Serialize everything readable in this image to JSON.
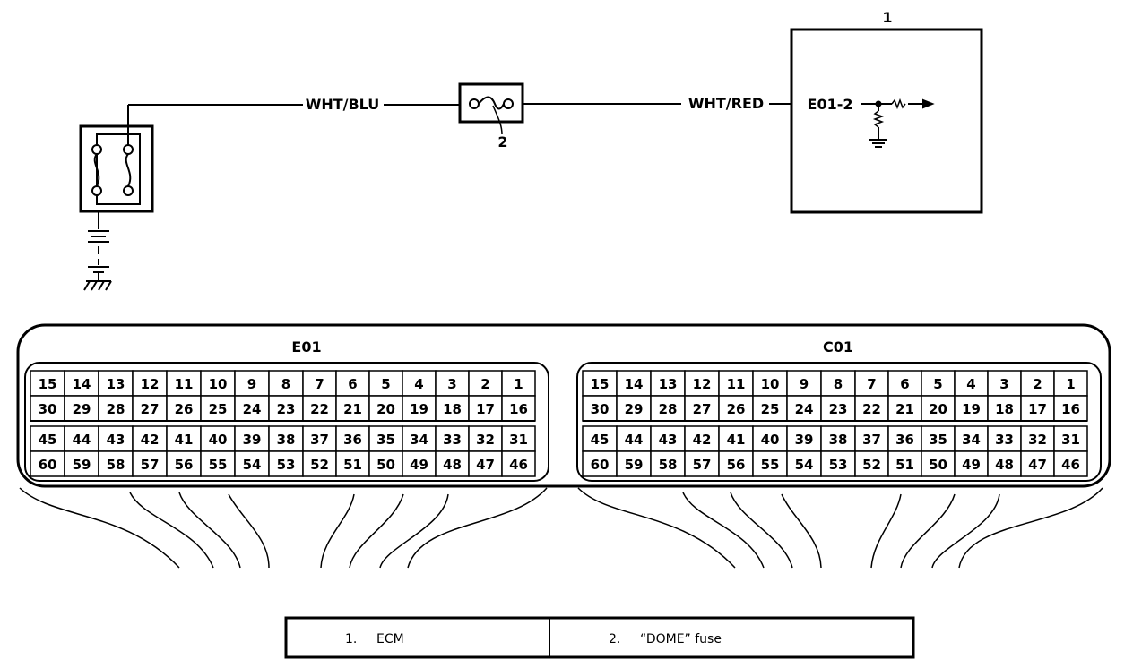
{
  "component_labels": {
    "ecm_ref": "1",
    "fuse_ref": "2"
  },
  "wires": {
    "left": "WHT/BLU",
    "right": "WHT/RED"
  },
  "terminal": "E01-2",
  "connectors": [
    {
      "name": "E01",
      "rows": [
        [
          "15",
          "14",
          "13",
          "12",
          "11",
          "10",
          "9",
          "8",
          "7",
          "6",
          "5",
          "4",
          "3",
          "2",
          "1"
        ],
        [
          "30",
          "29",
          "28",
          "27",
          "26",
          "25",
          "24",
          "23",
          "22",
          "21",
          "20",
          "19",
          "18",
          "17",
          "16"
        ],
        [
          "45",
          "44",
          "43",
          "42",
          "41",
          "40",
          "39",
          "38",
          "37",
          "36",
          "35",
          "34",
          "33",
          "32",
          "31"
        ],
        [
          "60",
          "59",
          "58",
          "57",
          "56",
          "55",
          "54",
          "53",
          "52",
          "51",
          "50",
          "49",
          "48",
          "47",
          "46"
        ]
      ]
    },
    {
      "name": "C01",
      "rows": [
        [
          "15",
          "14",
          "13",
          "12",
          "11",
          "10",
          "9",
          "8",
          "7",
          "6",
          "5",
          "4",
          "3",
          "2",
          "1"
        ],
        [
          "30",
          "29",
          "28",
          "27",
          "26",
          "25",
          "24",
          "23",
          "22",
          "21",
          "20",
          "19",
          "18",
          "17",
          "16"
        ],
        [
          "45",
          "44",
          "43",
          "42",
          "41",
          "40",
          "39",
          "38",
          "37",
          "36",
          "35",
          "34",
          "33",
          "32",
          "31"
        ],
        [
          "60",
          "59",
          "58",
          "57",
          "56",
          "55",
          "54",
          "53",
          "52",
          "51",
          "50",
          "49",
          "48",
          "47",
          "46"
        ]
      ]
    }
  ],
  "legend": [
    {
      "num": "1.",
      "text": "ECM"
    },
    {
      "num": "2.",
      "text": "“DOME” fuse"
    }
  ]
}
